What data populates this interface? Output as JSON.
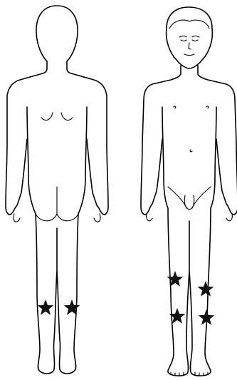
{
  "figure": {
    "views": [
      "back",
      "front"
    ],
    "outline_color": "#000000",
    "background_color": "#ffffff",
    "marker_color": "#111111",
    "marker_shape": "star-icon"
  },
  "markers": {
    "back_view": [
      {
        "name": "back-left-lower-leg-star"
      },
      {
        "name": "back-right-lower-leg-star"
      }
    ],
    "front_view": [
      {
        "name": "front-right-knee-star"
      },
      {
        "name": "front-left-knee-star"
      },
      {
        "name": "front-right-shin-star"
      },
      {
        "name": "front-left-shin-star"
      }
    ]
  }
}
